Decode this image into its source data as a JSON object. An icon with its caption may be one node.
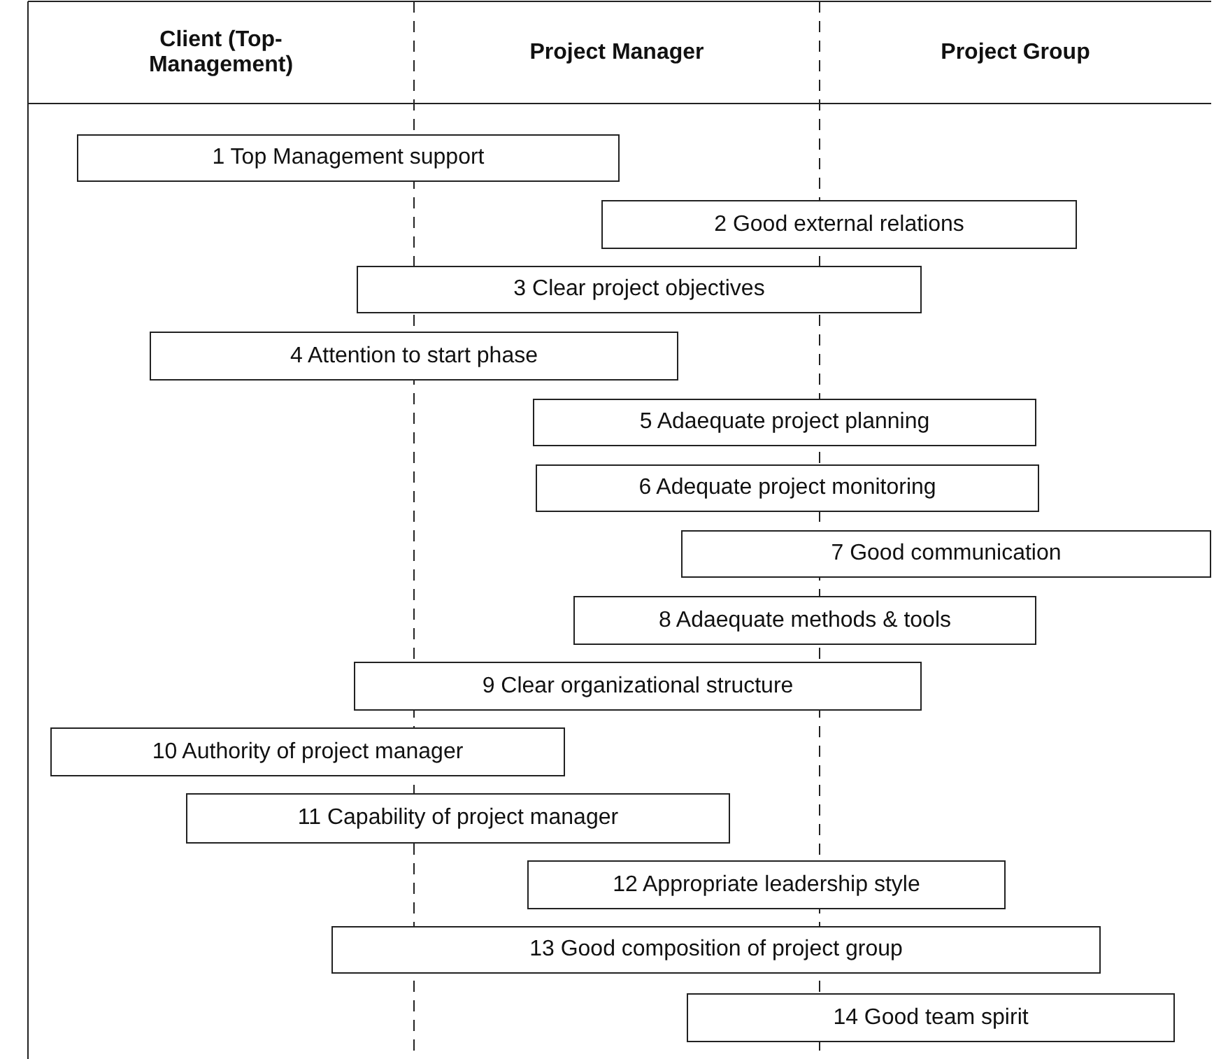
{
  "diagram": {
    "nodes": [
      {
        "text": [
          "1 Top Management support"
        ]
      },
      {
        "text": [
          "2 Good external relations"
        ]
      },
      {
        "text": [
          "3 Clear project objectives"
        ]
      },
      {
        "text": [
          "4 Attention to start phase"
        ]
      },
      {
        "text": [
          "5 Adaequate project planning"
        ]
      },
      {
        "text": [
          "6 Adequate project monitoring"
        ]
      },
      {
        "text": [
          "7 Good communication"
        ]
      },
      {
        "text": [
          "8 Adaequate methods & tools"
        ]
      },
      {
        "text": [
          "9 Clear organizational structure"
        ]
      },
      {
        "text": [
          "10 Authority of project manager"
        ]
      },
      {
        "text": [
          "11 Capability of project manager"
        ]
      },
      {
        "text": [
          "12 Appropriate leadership style"
        ]
      },
      {
        "text": [
          "13 Good composition of project group"
        ]
      },
      {
        "text": [
          "14 Good team spirit"
        ]
      }
    ],
    "edges": [],
    "labels": [
      "Client (Top-Management)",
      "Project Manager",
      "Project Group"
    ]
  }
}
